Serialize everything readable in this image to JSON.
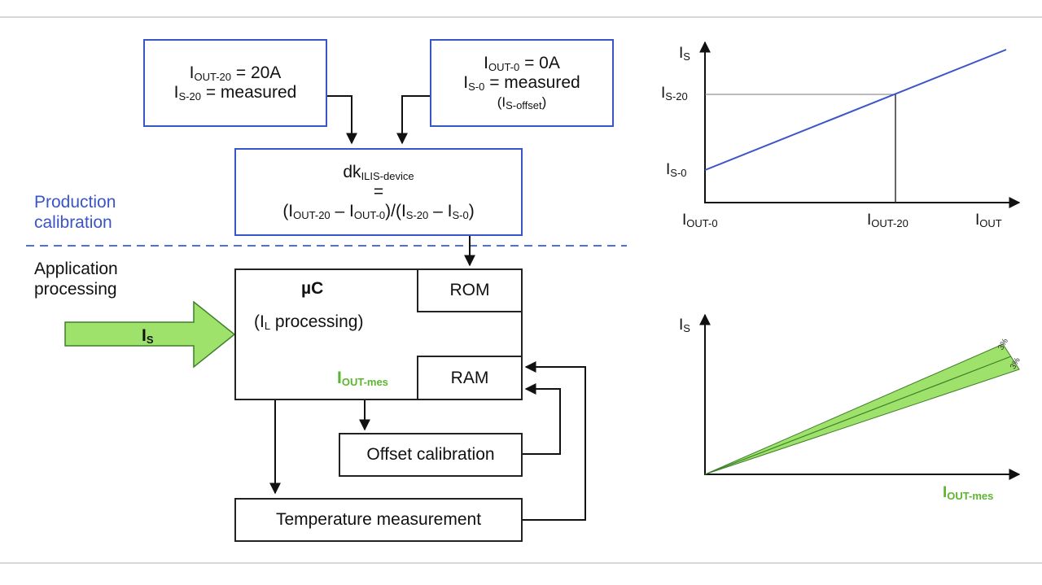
{
  "zones": {
    "production": [
      "Production",
      "calibration"
    ],
    "application": [
      "Application",
      "processing"
    ]
  },
  "box_iout20": {
    "line1_main": "I",
    "line1_sub": "OUT-20",
    "line1_rest": " = 20A",
    "line2_main": "I",
    "line2_sub": "S-20",
    "line2_rest": " = measured"
  },
  "box_iout0": {
    "line1_main": "I",
    "line1_sub": "OUT-0",
    "line1_rest": " = 0A",
    "line2_main": "I",
    "line2_sub": "S-0",
    "line2_rest": " = measured",
    "line3_open": "(I",
    "line3_sub": "S-offset",
    "line3_close": ")"
  },
  "box_dk": {
    "top_main": "dk",
    "top_sub": "ILIS-device",
    "equals": "=",
    "f1": "(I",
    "f1s": "OUT-20",
    "f2": " – I",
    "f2s": "OUT-0",
    "f3": ")/(I",
    "f3s": "S-20",
    "f4": " – I",
    "f4s": "S-0",
    "f5": ")"
  },
  "uc": {
    "title": "µC",
    "sub_open": "(I",
    "sub_sub": "L",
    "sub_rest": " processing)",
    "rom": "ROM",
    "ram": "RAM",
    "iout_mes_main": "I",
    "iout_mes_sub": "OUT-mes"
  },
  "input_arrow": {
    "main": "I",
    "sub": "S"
  },
  "offset_box": "Offset calibration",
  "temp_box": "Temperature measurement",
  "graph_top": {
    "y_axis_main": "I",
    "y_axis_sub": "S",
    "y_tick1_main": "I",
    "y_tick1_sub": "S-20",
    "y_tick2_main": "I",
    "y_tick2_sub": "S-0",
    "x_tick1_main": "I",
    "x_tick1_sub": "OUT-0",
    "x_tick2_main": "I",
    "x_tick2_sub": "OUT-20",
    "x_axis_main": "I",
    "x_axis_sub": "OUT"
  },
  "graph_bottom": {
    "y_axis_main": "I",
    "y_axis_sub": "S",
    "x_axis_main": "I",
    "x_axis_sub": "OUT-mes",
    "tol_plus": "3%",
    "tol_minus": "3%"
  },
  "colors": {
    "blue": "#3a55c8",
    "green": "#5cb531",
    "light_green": "#a6dc6c",
    "dashed_blue": "#4d6fe0"
  }
}
